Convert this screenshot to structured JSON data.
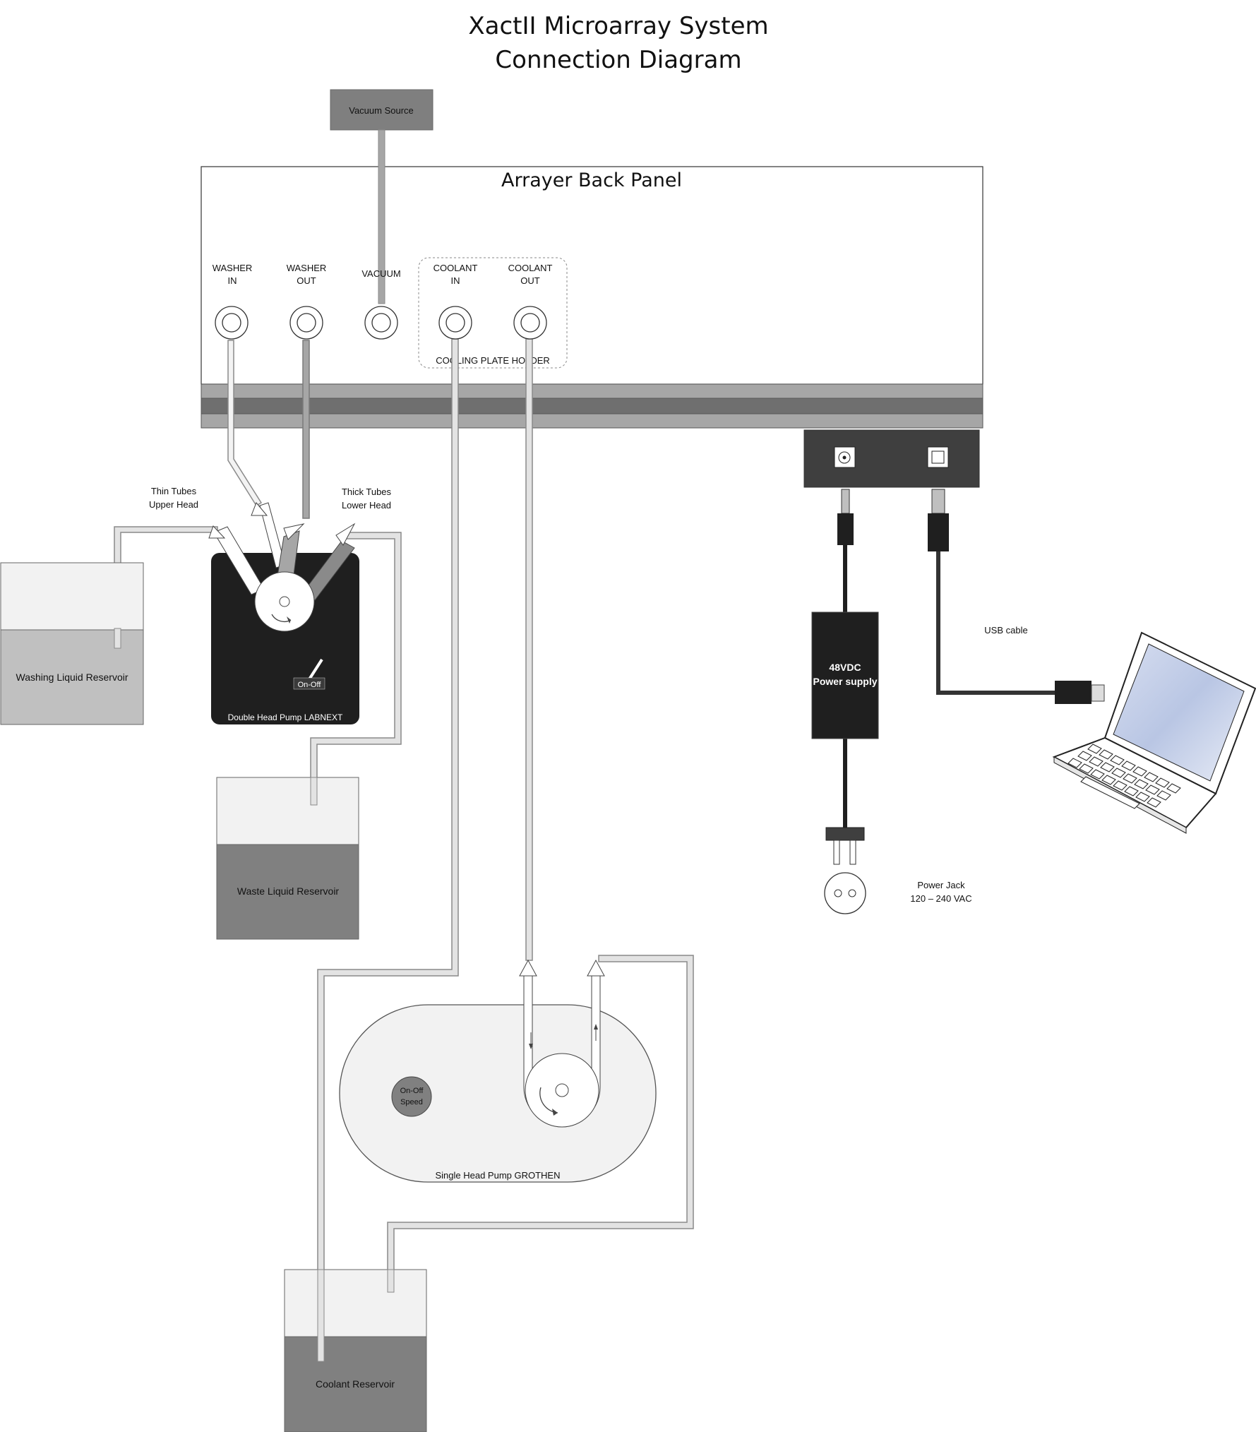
{
  "title": {
    "line1": "XactII Microarray System",
    "line2": "Connection Diagram"
  },
  "vacuum_source": "Vacuum Source",
  "back_panel": {
    "title": "Arrayer Back Panel",
    "ports": {
      "washer_in": [
        "WASHER",
        "IN"
      ],
      "washer_out": [
        "WASHER",
        "OUT"
      ],
      "vacuum": "VACUUM",
      "coolant_in": [
        "COOLANT",
        "IN"
      ],
      "coolant_out": [
        "COOLANT",
        "OUT"
      ]
    },
    "cooling_plate_holder": "COOLING PLATE HOLDER"
  },
  "double_pump": {
    "name": "Double Head Pump LABNEXT",
    "switch": "On-Off",
    "thin_tubes": [
      "Thin Tubes",
      "Upper Head"
    ],
    "thick_tubes": [
      "Thick Tubes",
      "Lower Head"
    ]
  },
  "reservoirs": {
    "washing": "Washing Liquid Reservoir",
    "waste": "Waste Liquid Reservoir",
    "coolant": "Coolant Reservoir"
  },
  "single_pump": {
    "name": "Single  Head Pump GROTHEN",
    "control": [
      "On-Off",
      "Speed"
    ]
  },
  "power_supply": [
    "48VDC",
    "Power supply"
  ],
  "usb_cable": "USB cable",
  "power_jack": [
    "Power Jack",
    "120 – 240 VAC"
  ],
  "colors": {
    "dark": "#3f3f3f",
    "pump_black": "#1f1f1f",
    "mid_gray": "#a6a6a6",
    "light_gray": "#e3e3e3",
    "reservoir_dark": "#808080",
    "reservoir_light": "#c0c0c0"
  }
}
